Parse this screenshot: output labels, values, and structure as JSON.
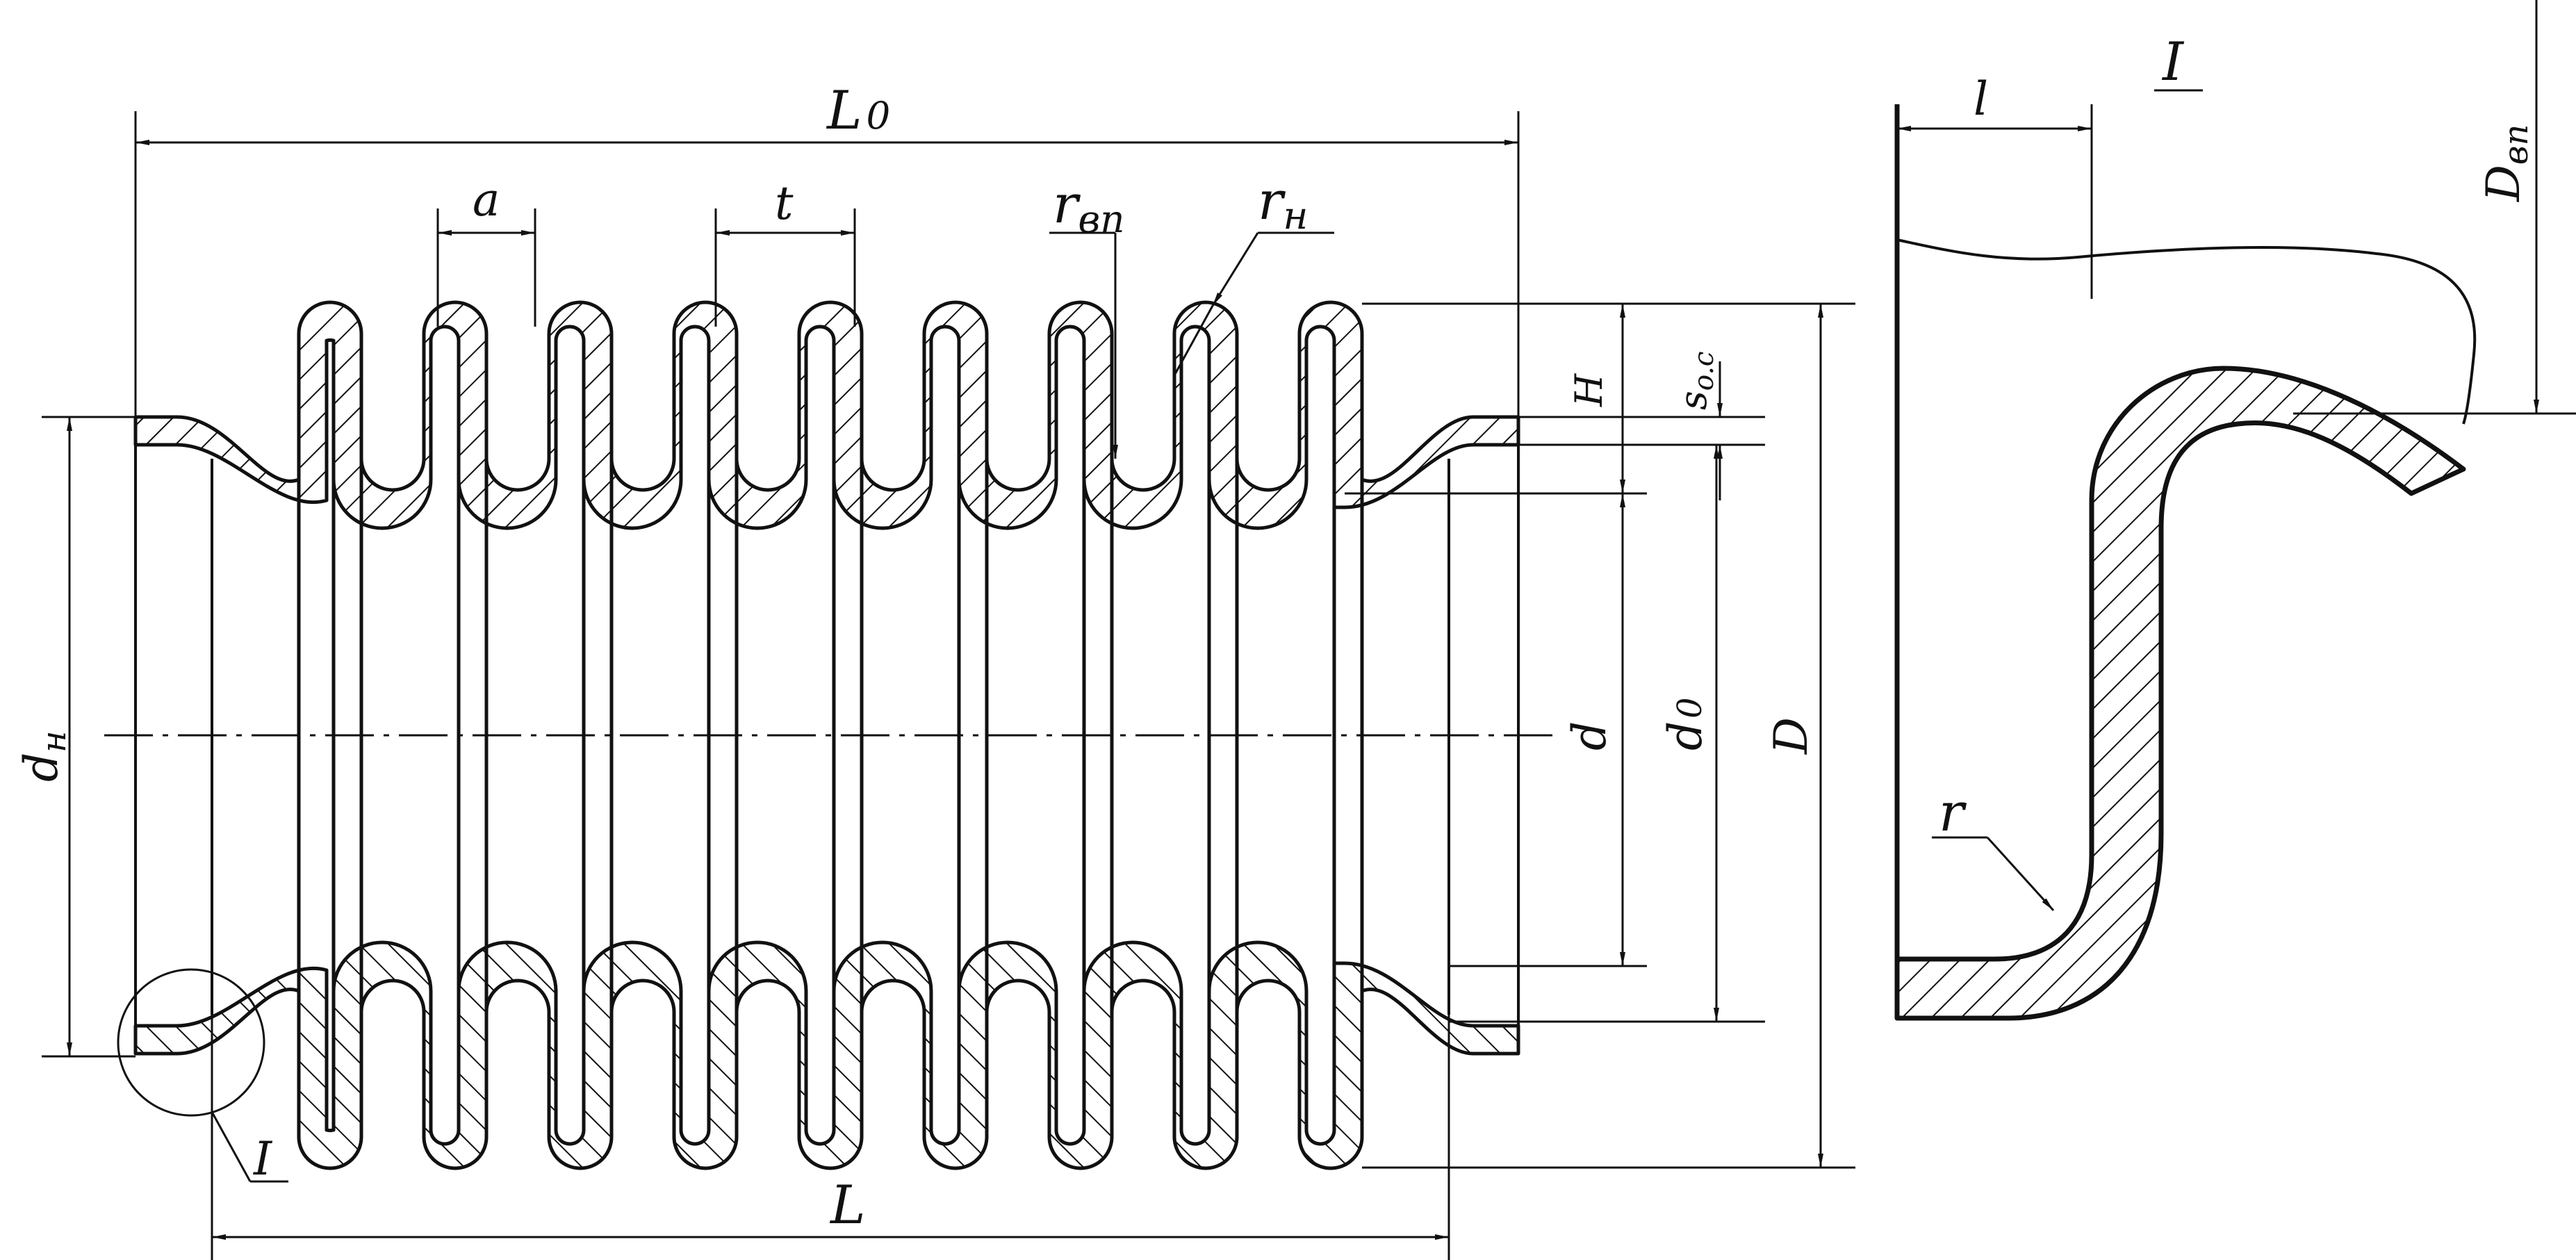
{
  "figure": {
    "labels": {
      "L0_main": "L",
      "L0_sub": "0",
      "a": "a",
      "t": "t",
      "rvp_main": "r",
      "rvp_sub": "вп",
      "rn_main": "r",
      "rn_sub": "н",
      "H": "H",
      "soc_main": "s",
      "soc_sub": "o.c",
      "d": "d",
      "d0_main": "d",
      "d0_sub": "0",
      "D": "D",
      "dn_main": "d",
      "dn_sub": "н",
      "L": "L",
      "I_left": "I",
      "I_detail": "I",
      "l": "l",
      "Dvp_main": "D",
      "Dvp_sub": "вп",
      "r": "r"
    }
  }
}
